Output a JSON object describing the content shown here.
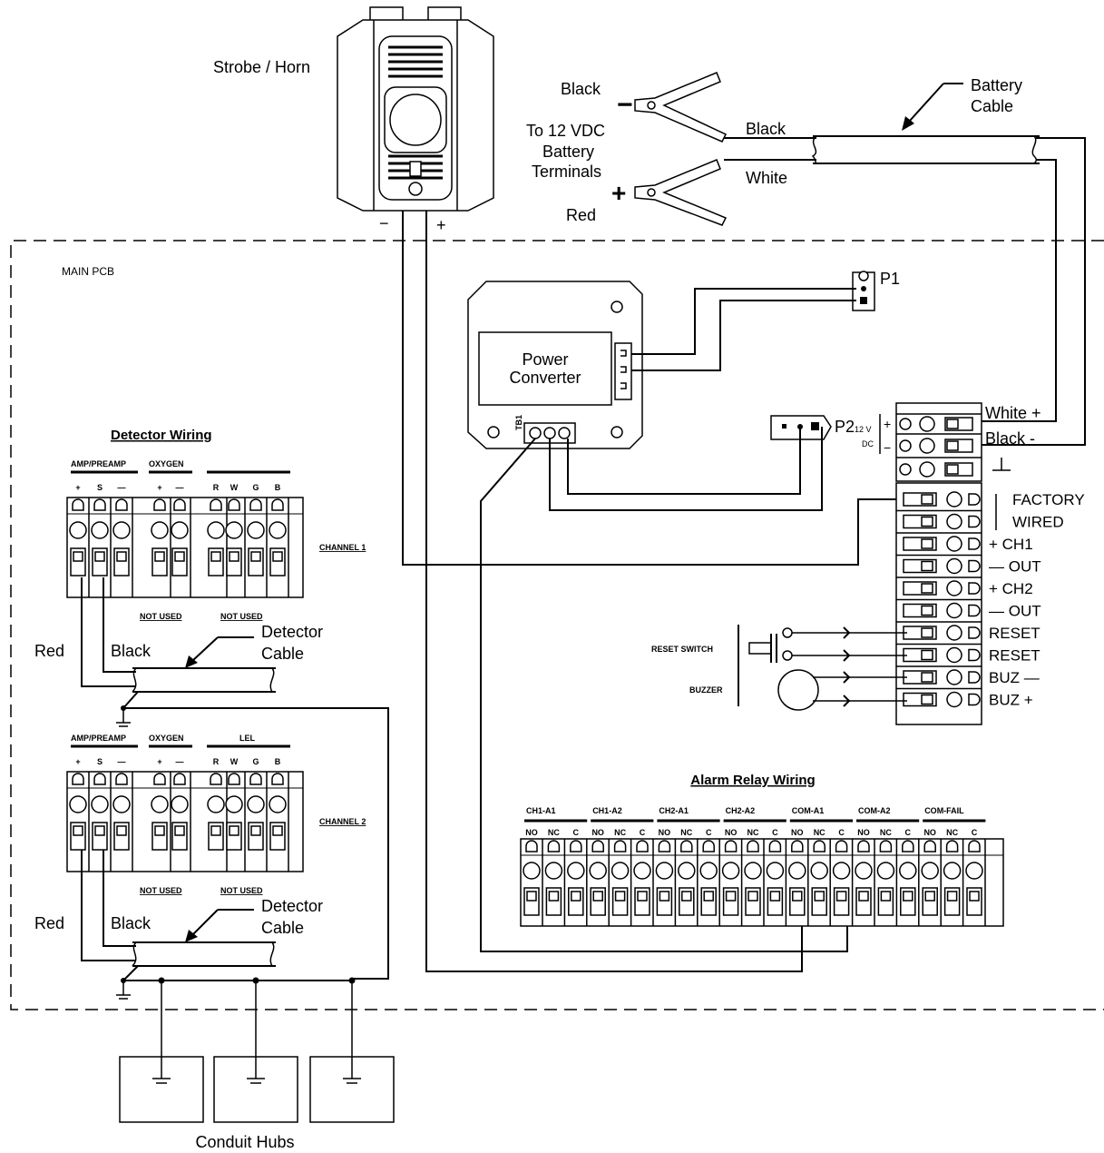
{
  "strobe_horn": {
    "label": "Strobe / Horn",
    "minus": "−",
    "plus": "+"
  },
  "battery": {
    "black_label": "Black",
    "minus": "−",
    "to_label_1": "To 12 VDC",
    "to_label_2": "Battery",
    "to_label_3": "Terminals",
    "plus": "+",
    "red_label": "Red",
    "wire_black": "Black",
    "wire_white": "White",
    "cable_label_1": "Battery",
    "cable_label_2": "Cable"
  },
  "main_pcb": {
    "label": "MAIN PCB"
  },
  "p1": {
    "label": "P1"
  },
  "power_converter": {
    "line1": "Power",
    "line2": "Converter",
    "tb1": "TB1"
  },
  "p2": {
    "label": "P2",
    "sub_top": "12 V",
    "sub_bottom": "DC",
    "plus": "+",
    "minus": "−"
  },
  "power_terminal": {
    "white_plus": "White +",
    "black_minus": "Black -"
  },
  "detector_wiring": {
    "title": "Detector Wiring",
    "group_amp": "AMP/PREAMP",
    "group_oxygen": "OXYGEN",
    "group_lel": "LEL",
    "pins_amp": [
      "+",
      "S",
      "—"
    ],
    "pins_oxygen": [
      "+",
      "—"
    ],
    "pins_rwgb": [
      "R",
      "W",
      "G",
      "B"
    ],
    "not_used": "NOT USED",
    "channel1": "CHANNEL 1",
    "channel2": "CHANNEL 2",
    "red": "Red",
    "black": "Black",
    "cable_1": "Detector",
    "cable_2": "Cable"
  },
  "right_terminal": {
    "labels": [
      "FACTORY",
      "WIRED",
      "+  CH1",
      "—  OUT",
      "+  CH2",
      "—  OUT",
      "RESET",
      "RESET",
      "BUZ  —",
      "BUZ +"
    ],
    "reset_switch": "RESET SWITCH",
    "buzzer": "BUZZER"
  },
  "alarm_relay": {
    "title": "Alarm Relay Wiring",
    "groups": [
      "CH1-A1",
      "CH1-A2",
      "CH2-A1",
      "CH2-A2",
      "COM-A1",
      "COM-A2",
      "COM-FAIL"
    ],
    "pins": [
      "NO",
      "NC",
      "C"
    ]
  },
  "conduit": {
    "label": "Conduit Hubs"
  }
}
